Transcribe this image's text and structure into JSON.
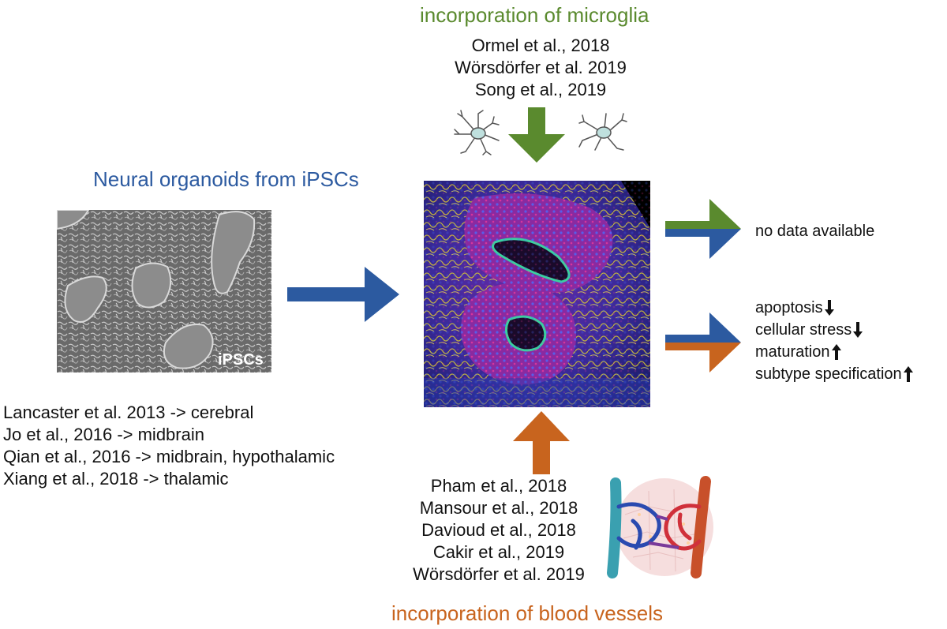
{
  "microglia": {
    "title": "incorporation of microglia",
    "color": "#5a8a2e",
    "refs": [
      "Ormel et al., 2018",
      "Wörsdörfer et al. 2019",
      "Song et al., 2019"
    ]
  },
  "neural": {
    "title": "Neural organoids from iPSCs",
    "color": "#2c5aa0",
    "image_label": "iPSCs",
    "refs": [
      "Lancaster et al. 2013 -> cerebral",
      "Jo et al., 2016 -> midbrain",
      "Qian et al., 2016 -> midbrain, hypothalamic",
      "Xiang et al., 2018 -> thalamic"
    ]
  },
  "blood_vessels": {
    "title": "incorporation of blood vessels",
    "color": "#c8641e",
    "refs": [
      "Pham et al., 2018",
      "Mansour et al., 2018",
      "Davioud et al., 2018",
      "Cakir et al., 2019",
      "Wörsdörfer et al. 2019"
    ]
  },
  "outcomes": {
    "microglia_result": "no data available",
    "vessel_effects": [
      {
        "label": "apoptosis",
        "direction": "down"
      },
      {
        "label": "cellular stress",
        "direction": "down"
      },
      {
        "label": "maturation",
        "direction": "up"
      },
      {
        "label": "subtype specification",
        "direction": "up"
      }
    ]
  }
}
